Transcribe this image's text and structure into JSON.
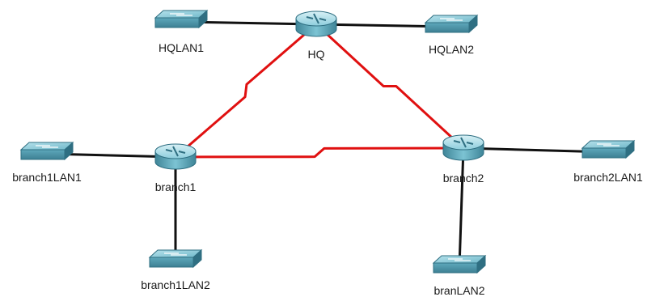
{
  "colors": {
    "ethernet_link": "#111111",
    "serial_link": "#e01010",
    "device_body": "#5fa9bd",
    "device_top": "#8fd0de",
    "device_dark": "#2f6f82",
    "background": "#ffffff"
  },
  "routers": [
    {
      "id": "HQ",
      "label": "HQ",
      "icon": "router-icon"
    },
    {
      "id": "branch1",
      "label": "branch1",
      "icon": "router-icon"
    },
    {
      "id": "branch2",
      "label": "branch2",
      "icon": "router-icon"
    }
  ],
  "switches": [
    {
      "id": "HQLAN1",
      "label": "HQLAN1",
      "icon": "switch-icon"
    },
    {
      "id": "HQLAN2",
      "label": "HQLAN2",
      "icon": "switch-icon"
    },
    {
      "id": "branch1LAN1",
      "label": "branch1LAN1",
      "icon": "switch-icon"
    },
    {
      "id": "branch1LAN2",
      "label": "branch1LAN2",
      "icon": "switch-icon"
    },
    {
      "id": "branch2LAN1",
      "label": "branch2LAN1",
      "icon": "switch-icon"
    },
    {
      "id": "branLAN2",
      "label": "branLAN2",
      "icon": "switch-icon"
    }
  ],
  "links": [
    {
      "from": "HQ",
      "to": "HQLAN1",
      "type": "ethernet"
    },
    {
      "from": "HQ",
      "to": "HQLAN2",
      "type": "ethernet"
    },
    {
      "from": "branch1",
      "to": "branch1LAN1",
      "type": "ethernet"
    },
    {
      "from": "branch1",
      "to": "branch1LAN2",
      "type": "ethernet"
    },
    {
      "from": "branch2",
      "to": "branch2LAN1",
      "type": "ethernet"
    },
    {
      "from": "branch2",
      "to": "branLAN2",
      "type": "ethernet"
    },
    {
      "from": "HQ",
      "to": "branch1",
      "type": "serial"
    },
    {
      "from": "HQ",
      "to": "branch2",
      "type": "serial"
    },
    {
      "from": "branch1",
      "to": "branch2",
      "type": "serial"
    }
  ]
}
